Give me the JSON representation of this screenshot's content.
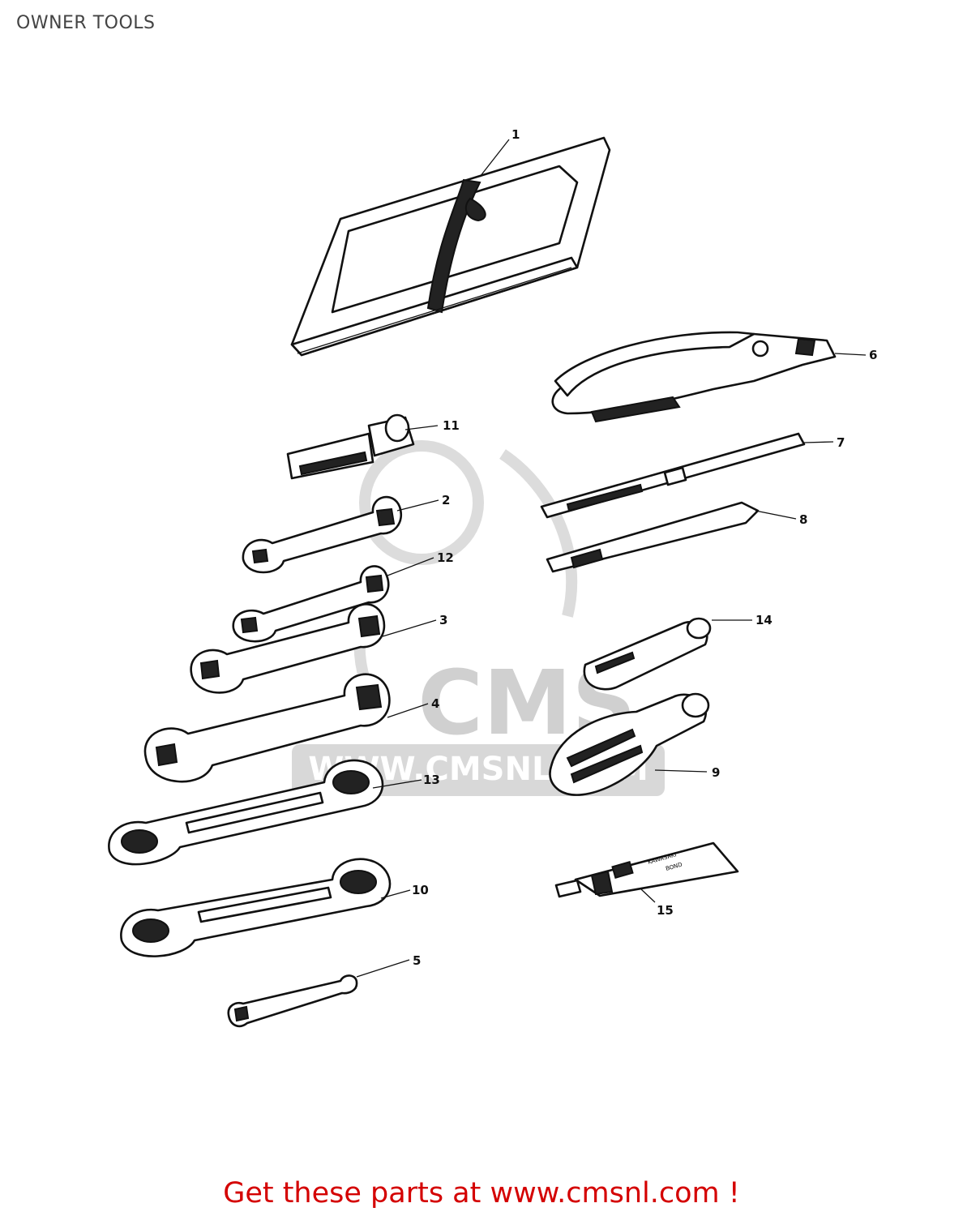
{
  "page": {
    "title": "OWNER TOOLS"
  },
  "watermark": {
    "logo_text": "CMS",
    "url_text": "WWW.CMSNL.COM"
  },
  "tube_label": [
    "KAWASAKI",
    "BOND"
  ],
  "parts": [
    {
      "ref": "1",
      "icon": "tool-bag-icon"
    },
    {
      "ref": "6",
      "icon": "pliers-icon"
    },
    {
      "ref": "11",
      "icon": "socket-wrench-icon"
    },
    {
      "ref": "7",
      "icon": "screwdriver-icon"
    },
    {
      "ref": "2",
      "icon": "open-end-wrench-icon"
    },
    {
      "ref": "8",
      "icon": "screwdriver-icon"
    },
    {
      "ref": "12",
      "icon": "open-end-wrench-icon"
    },
    {
      "ref": "3",
      "icon": "open-end-wrench-icon"
    },
    {
      "ref": "14",
      "icon": "screwdriver-grip-icon"
    },
    {
      "ref": "4",
      "icon": "open-end-wrench-icon"
    },
    {
      "ref": "9",
      "icon": "screwdriver-handle-icon"
    },
    {
      "ref": "13",
      "icon": "box-end-wrench-icon"
    },
    {
      "ref": "15",
      "icon": "glue-tube-icon"
    },
    {
      "ref": "10",
      "icon": "box-end-wrench-icon"
    },
    {
      "ref": "5",
      "icon": "spoke-wrench-icon"
    }
  ],
  "footer": {
    "link_text": "Get these parts at www.cmsnl.com !"
  }
}
